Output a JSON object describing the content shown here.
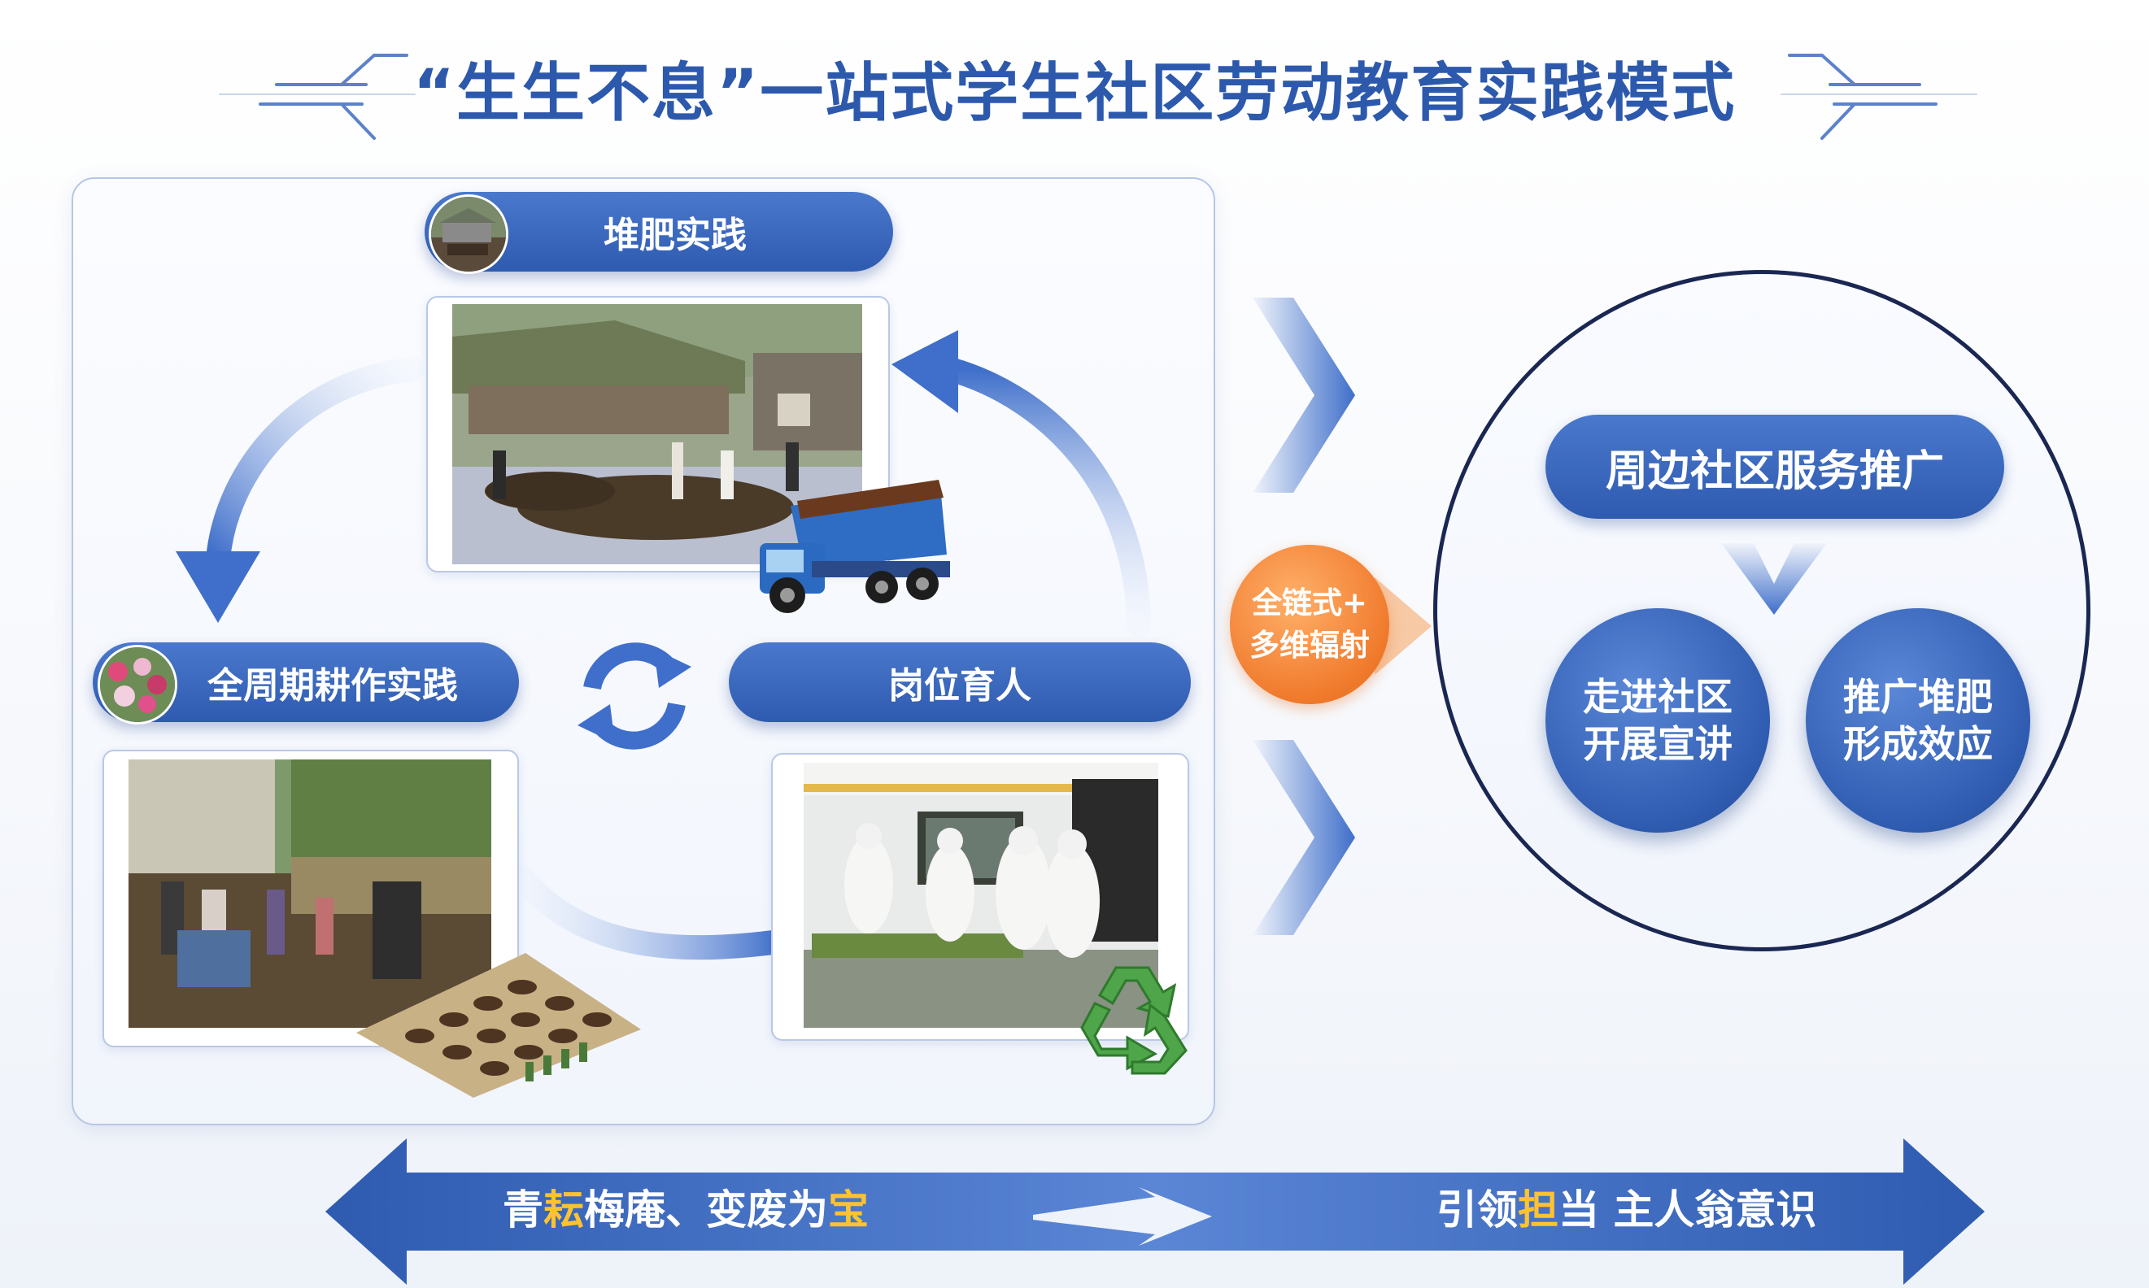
{
  "title": "“生生不息”一站式学生社区劳动教育实践模式",
  "left_panel": {
    "compost": {
      "label": "堆肥实践"
    },
    "cultivation": {
      "label": "全周期耕作实践"
    },
    "post": {
      "label": "岗位育人"
    }
  },
  "center_badge": {
    "line1": "全链式+",
    "line2": "多维辐射"
  },
  "right_circle": {
    "header": "周边社区服务推广",
    "left_ball": {
      "line1": "走进社区",
      "line2": "开展宣讲"
    },
    "right_ball": {
      "line1": "推广堆肥",
      "line2": "形成效应"
    }
  },
  "banner": {
    "left": {
      "pre": "青",
      "highlight": "耘",
      "post": "梅庵、变废为",
      "highlight2": "宝"
    },
    "right": {
      "pre": "引领",
      "highlight": "担",
      "post": "当 主人翁意识"
    }
  },
  "colors": {
    "primary_blue": "#2e5bb0",
    "title_blue": "#2d59ad",
    "accent_orange": "#f07a2c",
    "highlight_yellow": "#ffc230",
    "circle_border": "#1a2752"
  }
}
